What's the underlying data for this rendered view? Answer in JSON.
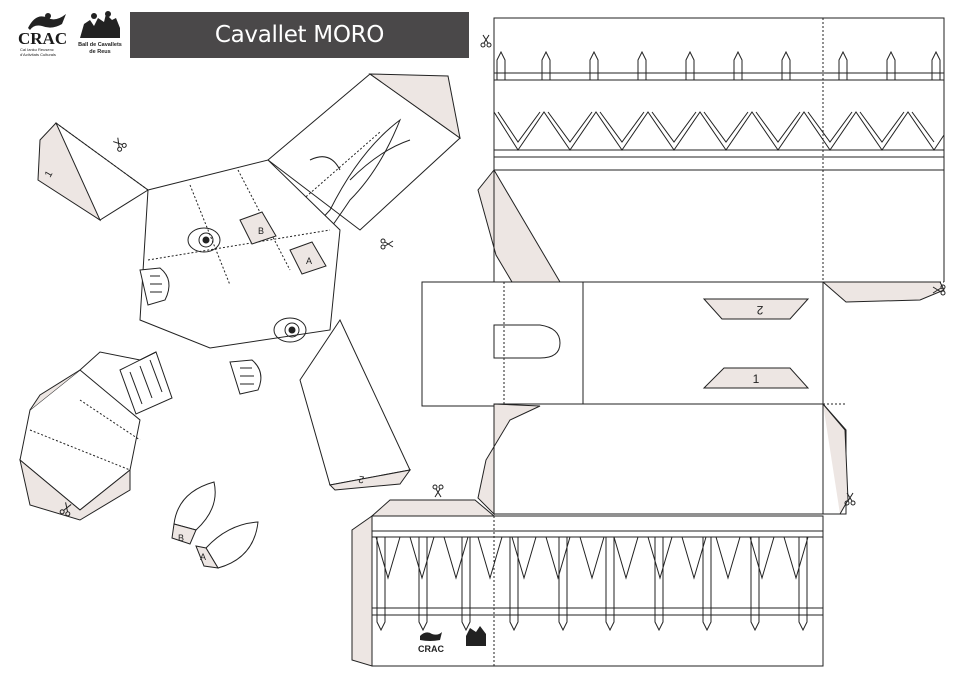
{
  "title": "Cavallet MORO",
  "logos": {
    "crac_name": "CRAC",
    "crac_subtitle_1": "Cal Ianku Reusenc",
    "crac_subtitle_2": "d'Activitats Culturals",
    "ball_name_1": "Ball de Cavallets",
    "ball_name_2": "de Reus"
  },
  "tab_labels": {
    "tab_1_left": "1",
    "tab_2_bottom": "2",
    "tab_a_top": "A",
    "tab_b_top": "B",
    "tab_a_ear": "A",
    "tab_b_ear": "B",
    "slot_2": "2",
    "slot_1": "1"
  },
  "colors": {
    "title_bg": "#4a4849",
    "tab_fill": "#ede6e3",
    "line": "#222222"
  }
}
